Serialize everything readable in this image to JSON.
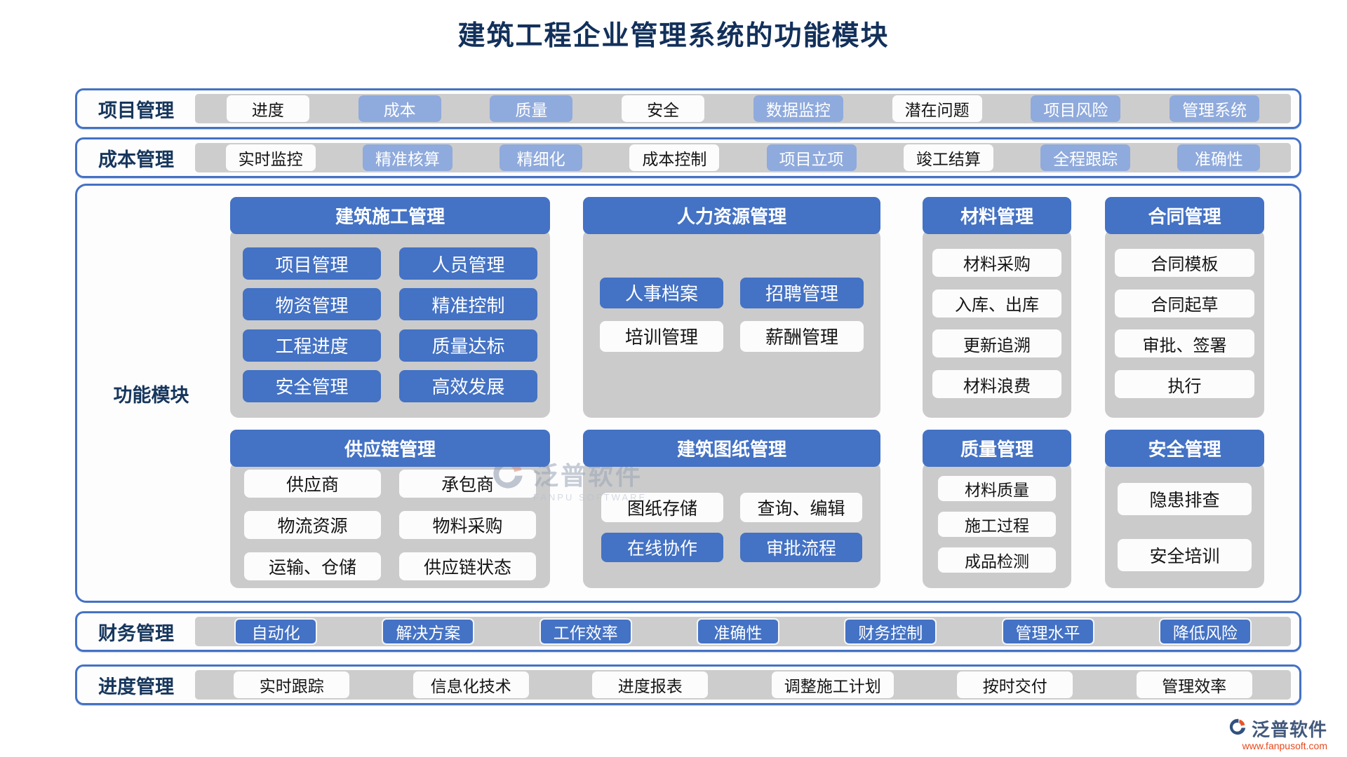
{
  "title": "建筑工程企业管理系统的功能模块",
  "colors": {
    "accent_blue": "#4472C4",
    "light_blue": "#8FAADC",
    "panel_gray": "#CBCBCB",
    "navy_text": "#16365C",
    "logo_orange": "#E8491D"
  },
  "bands": [
    {
      "label": "项目管理",
      "items": [
        {
          "text": "进度",
          "variant": "white"
        },
        {
          "text": "成本",
          "variant": "lightblue"
        },
        {
          "text": "质量",
          "variant": "lightblue"
        },
        {
          "text": "安全",
          "variant": "white"
        },
        {
          "text": "数据监控",
          "variant": "lightblue"
        },
        {
          "text": "潜在问题",
          "variant": "white"
        },
        {
          "text": "项目风险",
          "variant": "lightblue"
        },
        {
          "text": "管理系统",
          "variant": "lightblue"
        }
      ]
    },
    {
      "label": "成本管理",
      "items": [
        {
          "text": "实时监控",
          "variant": "white"
        },
        {
          "text": "精准核算",
          "variant": "lightblue"
        },
        {
          "text": "精细化",
          "variant": "lightblue"
        },
        {
          "text": "成本控制",
          "variant": "white"
        },
        {
          "text": "项目立项",
          "variant": "lightblue"
        },
        {
          "text": "竣工结算",
          "variant": "white"
        },
        {
          "text": "全程跟踪",
          "variant": "lightblue"
        },
        {
          "text": "准确性",
          "variant": "lightblue"
        }
      ]
    }
  ],
  "main": {
    "label": "功能模块",
    "rows": [
      {
        "groups": [
          {
            "title": "建筑施工管理",
            "items": [
              {
                "text": "项目管理",
                "variant": "blue"
              },
              {
                "text": "人员管理",
                "variant": "blue"
              },
              {
                "text": "物资管理",
                "variant": "blue"
              },
              {
                "text": "精准控制",
                "variant": "blue"
              },
              {
                "text": "工程进度",
                "variant": "blue"
              },
              {
                "text": "质量达标",
                "variant": "blue"
              },
              {
                "text": "安全管理",
                "variant": "blue"
              },
              {
                "text": "高效发展",
                "variant": "blue"
              }
            ]
          },
          {
            "title": "人力资源管理",
            "items": [
              {
                "text": "人事档案",
                "variant": "blue"
              },
              {
                "text": "招聘管理",
                "variant": "blue"
              },
              {
                "text": "培训管理",
                "variant": "white"
              },
              {
                "text": "薪酬管理",
                "variant": "white"
              }
            ]
          },
          {
            "title": "材料管理",
            "items": [
              {
                "text": "材料采购",
                "variant": "white"
              },
              {
                "text": "入库、出库",
                "variant": "white"
              },
              {
                "text": "更新追溯",
                "variant": "white"
              },
              {
                "text": "材料浪费",
                "variant": "white"
              }
            ]
          },
          {
            "title": "合同管理",
            "items": [
              {
                "text": "合同模板",
                "variant": "white"
              },
              {
                "text": "合同起草",
                "variant": "white"
              },
              {
                "text": "审批、签署",
                "variant": "white"
              },
              {
                "text": "执行",
                "variant": "white"
              }
            ]
          }
        ]
      },
      {
        "groups": [
          {
            "title": "供应链管理",
            "items": [
              {
                "text": "供应商",
                "variant": "white"
              },
              {
                "text": "承包商",
                "variant": "white"
              },
              {
                "text": "物流资源",
                "variant": "white"
              },
              {
                "text": "物料采购",
                "variant": "white"
              },
              {
                "text": "运输、仓储",
                "variant": "white"
              },
              {
                "text": "供应链状态",
                "variant": "white"
              }
            ]
          },
          {
            "title": "建筑图纸管理",
            "items": [
              {
                "text": "图纸存储",
                "variant": "white"
              },
              {
                "text": "查询、编辑",
                "variant": "white"
              },
              {
                "text": "在线协作",
                "variant": "blue"
              },
              {
                "text": "审批流程",
                "variant": "blue"
              }
            ]
          },
          {
            "title": "质量管理",
            "items": [
              {
                "text": "材料质量",
                "variant": "white"
              },
              {
                "text": "施工过程",
                "variant": "white"
              },
              {
                "text": "成品检测",
                "variant": "white"
              }
            ]
          },
          {
            "title": "安全管理",
            "items": [
              {
                "text": "隐患排查",
                "variant": "white"
              },
              {
                "text": "安全培训",
                "variant": "white"
              }
            ]
          }
        ]
      }
    ]
  },
  "bottom_bands": [
    {
      "label": "财务管理",
      "items": [
        {
          "text": "自动化",
          "variant": "blue"
        },
        {
          "text": "解决方案",
          "variant": "blue"
        },
        {
          "text": "工作效率",
          "variant": "blue"
        },
        {
          "text": "准确性",
          "variant": "blue"
        },
        {
          "text": "财务控制",
          "variant": "blue"
        },
        {
          "text": "管理水平",
          "variant": "blue"
        },
        {
          "text": "降低风险",
          "variant": "blue"
        }
      ]
    },
    {
      "label": "进度管理",
      "items": [
        {
          "text": "实时跟踪",
          "variant": "white"
        },
        {
          "text": "信息化技术",
          "variant": "white"
        },
        {
          "text": "进度报表",
          "variant": "white"
        },
        {
          "text": "调整施工计划",
          "variant": "white"
        },
        {
          "text": "按时交付",
          "variant": "white"
        },
        {
          "text": "管理效率",
          "variant": "white"
        }
      ]
    }
  ],
  "watermark": {
    "center_name": "泛普软件",
    "center_sub": "FANPU SOFTWARE",
    "corner_name": "泛普软件",
    "corner_url": "www.fanpusoft.com"
  }
}
